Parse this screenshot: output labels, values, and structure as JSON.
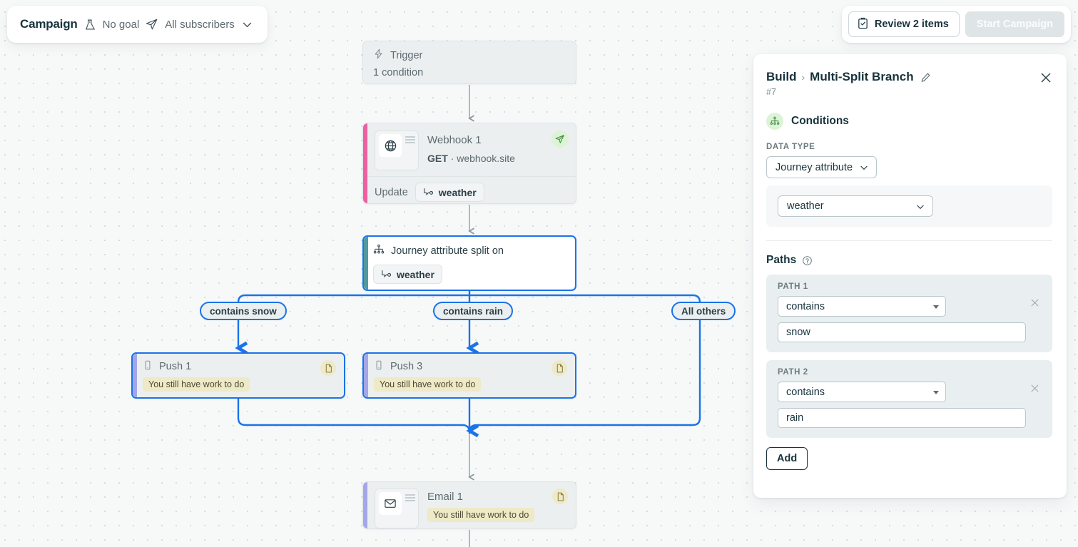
{
  "topbar": {
    "campaign_label": "Campaign",
    "goal_label": "No goal",
    "audience_label": "All subscribers",
    "goal_icon": "goal-flag-icon",
    "audience_icon": "paper-plane-icon",
    "chevron_icon": "chevron-down-icon",
    "review_label": "Review 2 items",
    "review_icon": "clipboard-check-icon",
    "start_label": "Start Campaign"
  },
  "flow": {
    "trigger": {
      "icon": "lightning-bolt-icon",
      "title": "Trigger",
      "subtitle": "1 condition"
    },
    "webhook": {
      "icon": "globe-icon",
      "name": "Webhook 1",
      "method": "GET",
      "separator": " · ",
      "host": "webhook.site",
      "send_icon": "paper-plane-icon",
      "update_label": "Update",
      "attribute": "weather",
      "attribute_icon": "attribute-icon",
      "accent_color": "#ef5fa0"
    },
    "split": {
      "icon": "split-branch-icon",
      "title": "Journey attribute split on",
      "attribute": "weather",
      "attribute_icon": "attribute-icon",
      "accent_color": "#4e9aa0"
    },
    "branch_labels": [
      "contains snow",
      "contains rain",
      "All others"
    ],
    "push1": {
      "icon": "mobile-phone-icon",
      "title": "Push 1",
      "warning": "You still have work to do",
      "badge_icon": "document-icon",
      "accent_color": "#a3a6e8"
    },
    "push3": {
      "icon": "mobile-phone-icon",
      "title": "Push 3",
      "warning": "You still have work to do",
      "badge_icon": "document-icon",
      "accent_color": "#a3a6e8"
    },
    "email": {
      "icon": "envelope-icon",
      "title": "Email 1",
      "warning": "You still have work to do",
      "badge_icon": "document-icon",
      "accent_color": "#a3a6e8"
    },
    "selection_color": "#1a73e8"
  },
  "panel": {
    "breadcrumb_root": "Build",
    "breadcrumb_separator": "›",
    "breadcrumb_current": "Multi-Split Branch",
    "edit_icon": "pencil-icon",
    "close_icon": "close-icon",
    "node_id": "#7",
    "conditions_title": "Conditions",
    "conditions_icon": "split-branch-icon",
    "data_type_label": "DATA TYPE",
    "data_type_value": "Journey attribute",
    "attribute_value": "weather",
    "paths_title": "Paths",
    "help_icon": "question-mark-icon",
    "paths": [
      {
        "label": "PATH 1",
        "operator": "contains",
        "value": "snow",
        "remove_icon": "close-icon"
      },
      {
        "label": "PATH 2",
        "operator": "contains",
        "value": "rain",
        "remove_icon": "close-icon"
      }
    ],
    "add_label": "Add"
  }
}
